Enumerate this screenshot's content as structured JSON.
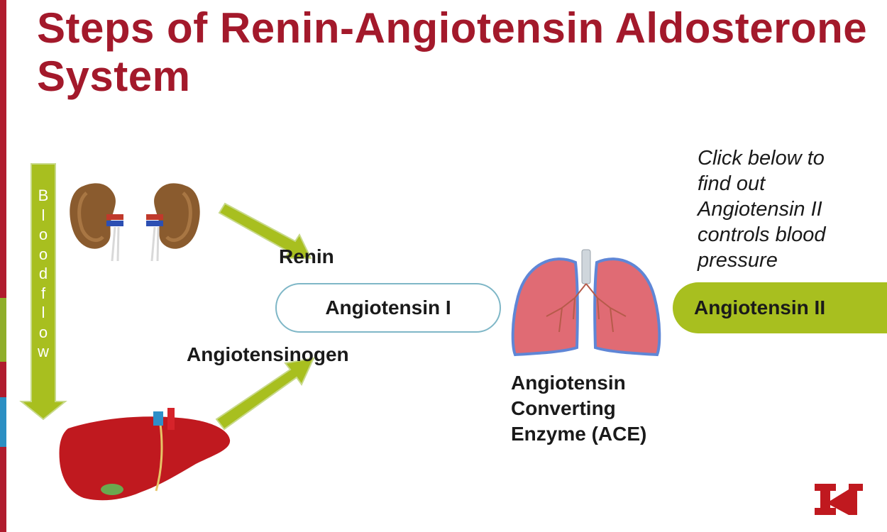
{
  "title": "Steps of Renin-Angiotensin Aldosterone System",
  "bloodflow_label": "Bloodflow",
  "labels": {
    "renin": "Renin",
    "angiotensin_i": "Angiotensin I",
    "angiotensinogen": "Angiotensinogen",
    "angiotensin_ii": "Angiotensin II",
    "ace": [
      "Angiotensin",
      "Converting",
      "Enzyme (ACE)"
    ]
  },
  "callout": [
    "Click below to",
    "find out",
    "Angiotensin II",
    "controls blood",
    "pressure"
  ],
  "icons": [
    "kidneys-icon",
    "liver-icon",
    "lungs-icon",
    "university-logo-icon"
  ],
  "colors": {
    "title": "#a3192b",
    "arrow": "#a8bf1f",
    "angiotensin_ii_fill": "#a8bf1f",
    "angiotensin_i_border": "#7fb7c7",
    "accent_bar": "#b01c2e"
  }
}
